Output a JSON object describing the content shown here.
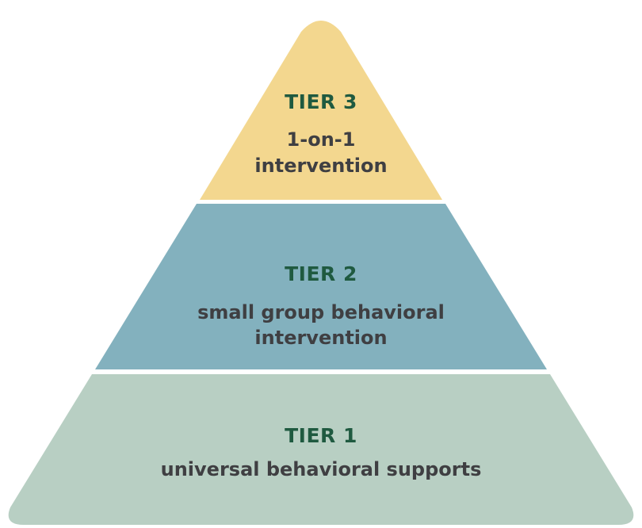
{
  "colors": {
    "tier3_fill": "#f3d78f",
    "tier2_fill": "#83b1be",
    "tier1_fill": "#b8cfc3",
    "title_text": "#1f5a40",
    "body_text": "#3f3f42"
  },
  "tiers": {
    "tier3": {
      "title": "TIER 3",
      "line1": "1-on-1",
      "line2": "intervention"
    },
    "tier2": {
      "title": "TIER 2",
      "line1": "small group behavioral",
      "line2": "intervention"
    },
    "tier1": {
      "title": "TIER 1",
      "line1": "universal behavioral supports"
    }
  }
}
